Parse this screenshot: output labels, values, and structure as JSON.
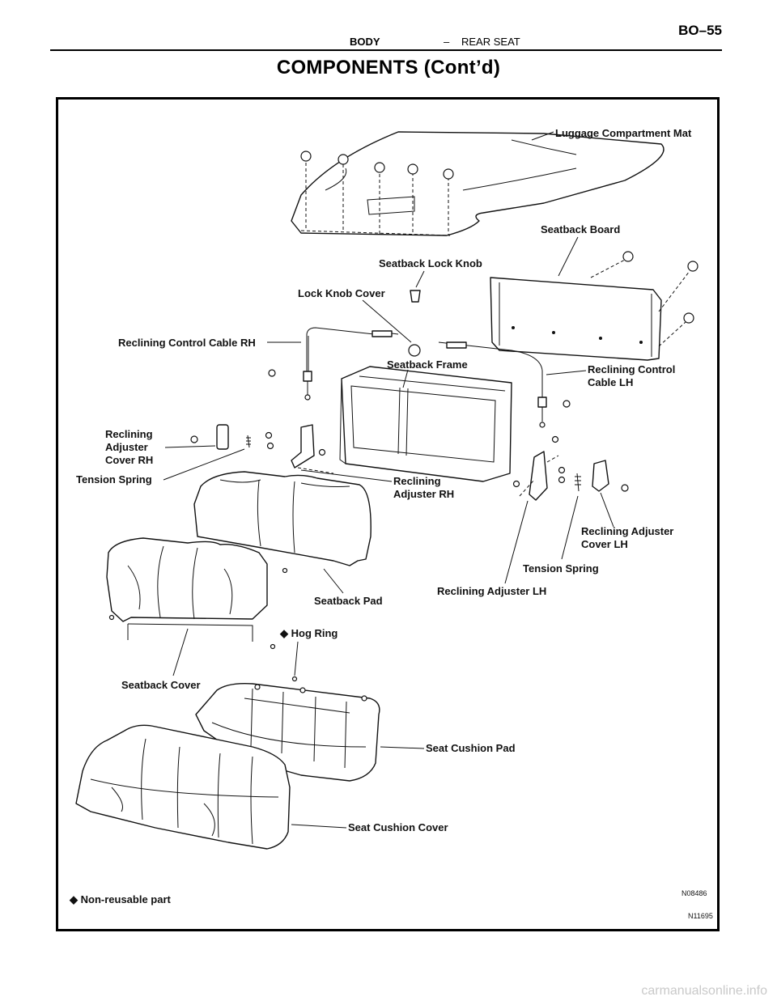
{
  "header": {
    "section": "BODY",
    "separator": "–",
    "subsection": "REAR SEAT",
    "page": "BO–55"
  },
  "title": "COMPONENTS (Cont’d)",
  "diagram": {
    "labels": {
      "luggage_mat": "Luggage Compartment Mat",
      "seatback_board": "Seatback Board",
      "seatback_lock_knob": "Seatback Lock Knob",
      "lock_knob_cover": "Lock Knob Cover",
      "cable_rh": "Reclining Control Cable RH",
      "seatback_frame": "Seatback Frame",
      "cable_lh_1": "Reclining Control",
      "cable_lh_2": "Cable LH",
      "adj_cover_rh_1": "Reclining",
      "adj_cover_rh_2": "Adjuster",
      "adj_cover_rh_3": "Cover RH",
      "tension_spring_rh": "Tension Spring",
      "adjuster_rh_1": "Reclining",
      "adjuster_rh_2": "Adjuster RH",
      "adj_cover_lh_1": "Reclining Adjuster",
      "adj_cover_lh_2": "Cover LH",
      "tension_spring_lh": "Tension Spring",
      "adjuster_lh": "Reclining Adjuster LH",
      "seatback_pad": "Seatback Pad",
      "hog_ring": "◆ Hog Ring",
      "seatback_cover": "Seatback Cover",
      "seat_cushion_pad": "Seat Cushion Pad",
      "seat_cushion_cover": "Seat Cushion Cover"
    },
    "legend": "◆ Non-reusable part",
    "code_1": "N08486",
    "code_2": "N11695"
  },
  "footer": {
    "watermark": "carmanualsonline.info"
  }
}
